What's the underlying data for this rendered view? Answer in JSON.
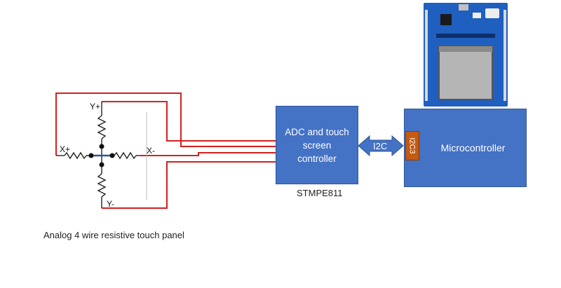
{
  "panel": {
    "caption": "Analog 4 wire resistive touch panel",
    "labels": {
      "y_plus": "Y+",
      "x_plus": "X+",
      "x_minus": "X-",
      "y_minus": "Y-"
    }
  },
  "adc": {
    "line1": "ADC and touch",
    "line2": "screen",
    "line3": "controller",
    "part_label": "STMPE811"
  },
  "bus": {
    "label": "I2C"
  },
  "mcu": {
    "port": "I2C3",
    "label": "Microcontroller"
  },
  "colors": {
    "wire": "#d42020",
    "block": "#4472c4",
    "port": "#c55a11",
    "board": "#1f5fbf"
  }
}
